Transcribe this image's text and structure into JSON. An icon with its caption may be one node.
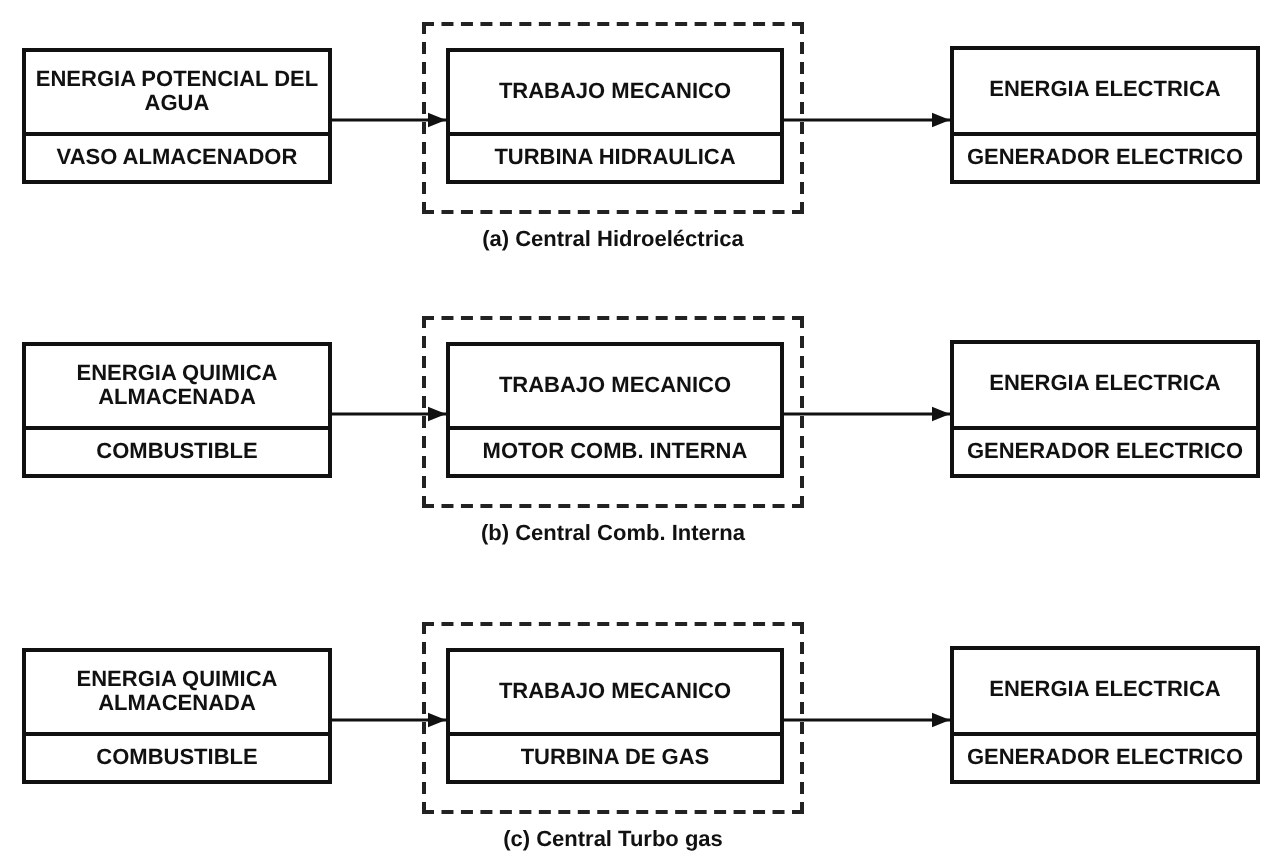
{
  "diagram": {
    "nodes": [
      {
        "text": [
          "ENERGIA POTENCIAL DEL AGUA",
          "VASO ALMACENADOR"
        ]
      },
      {
        "text": [],
        "shape": "box",
        "beside": [
          "(a) Central Hidroeléctrica"
        ]
      },
      {
        "text": [
          "TRABAJO MECANICO",
          "TURBINA HIDRAULICA"
        ],
        "in": 1
      },
      {
        "text": [
          "ENERGIA ELECTRICA",
          "GENERADOR ELECTRICO"
        ]
      },
      {
        "text": [
          "ENERGIA QUIMICA ALMACENADA",
          "COMBUSTIBLE"
        ]
      },
      {
        "text": [],
        "shape": "box",
        "beside": [
          "(b) Central Comb. Interna"
        ]
      },
      {
        "text": [
          "TRABAJO MECANICO",
          "MOTOR COMB. INTERNA"
        ],
        "in": 5
      },
      {
        "text": [
          "ENERGIA ELECTRICA",
          "GENERADOR ELECTRICO"
        ]
      },
      {
        "text": [
          "ENERGIA QUIMICA ALMACENADA",
          "COMBUSTIBLE"
        ]
      },
      {
        "text": [],
        "shape": "box",
        "beside": [
          "(c) Central Turbo gas"
        ]
      },
      {
        "text": [
          "TRABAJO MECANICO",
          "TURBINA DE GAS"
        ],
        "in": 9
      },
      {
        "text": [
          "ENERGIA ELECTRICA",
          "GENERADOR ELECTRICO"
        ]
      }
    ],
    "edges": [
      {
        "from": 0,
        "to": 2,
        "arrow": "to"
      },
      {
        "from": 2,
        "to": 3,
        "arrow": "to"
      },
      {
        "from": 4,
        "to": 6,
        "arrow": "to"
      },
      {
        "from": 6,
        "to": 7,
        "arrow": "to"
      },
      {
        "from": 8,
        "to": 10,
        "arrow": "to"
      },
      {
        "from": 10,
        "to": 11,
        "arrow": "to"
      }
    ]
  }
}
